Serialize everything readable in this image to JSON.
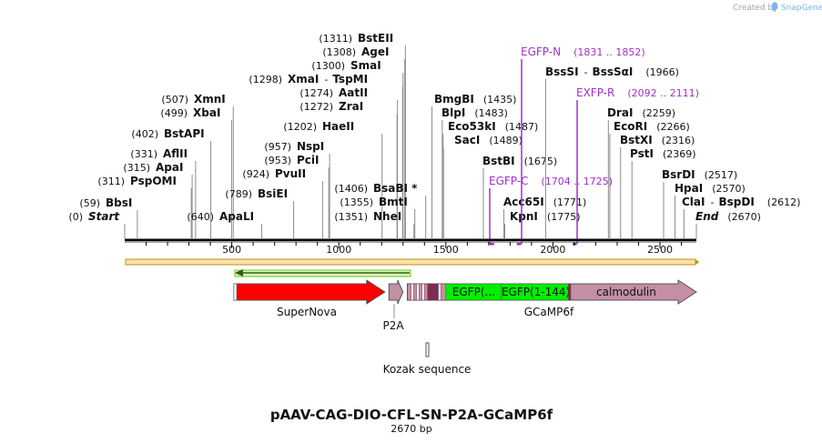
{
  "credit": "Created by SnapGene",
  "credit_prefix": "Created by",
  "credit_brand": "SnapGene",
  "title": "pAAV-CAG-DIO-CFL-SN-P2A-GCaMP6f",
  "subtitle": "2670 bp",
  "sequence_length": 2670,
  "scale_ticks": [
    500,
    1000,
    1500,
    2000,
    2500
  ],
  "sites": [
    {
      "pos": "(0)",
      "name": "Start",
      "bp": 0,
      "kind": "end"
    },
    {
      "pos": "(59)",
      "name": "BbsI",
      "bp": 59
    },
    {
      "pos": "(311)",
      "name": "PspOMI",
      "bp": 311
    },
    {
      "pos": "(315)",
      "name": "ApaI",
      "bp": 315
    },
    {
      "pos": "(331)",
      "name": "AflII",
      "bp": 331
    },
    {
      "pos": "(402)",
      "name": "BstAPI",
      "bp": 402
    },
    {
      "pos": "(499)",
      "name": "XbaI",
      "bp": 499
    },
    {
      "pos": "(507)",
      "name": "XmnI",
      "bp": 507
    },
    {
      "pos": "(640)",
      "name": "ApaLI",
      "bp": 640
    },
    {
      "pos": "(789)",
      "name": "BsiEI",
      "bp": 789
    },
    {
      "pos": "(924)",
      "name": "PvuII",
      "bp": 924
    },
    {
      "pos": "(953)",
      "name": "PciI",
      "bp": 953
    },
    {
      "pos": "(957)",
      "name": "NspI",
      "bp": 957
    },
    {
      "pos": "(1202)",
      "name": "HaeII",
      "bp": 1202
    },
    {
      "pos": "(1272)",
      "name": "ZraI",
      "bp": 1272
    },
    {
      "pos": "(1274)",
      "name": "AatII",
      "bp": 1274
    },
    {
      "pos": "(1298)",
      "name": "XmaI",
      "alias": "TspMI",
      "bp": 1298
    },
    {
      "pos": "(1300)",
      "name": "SmaI",
      "bp": 1300
    },
    {
      "pos": "(1308)",
      "name": "AgeI",
      "bp": 1308
    },
    {
      "pos": "(1311)",
      "name": "BstEII",
      "bp": 1311
    },
    {
      "pos": "(1351)",
      "name": "NheI",
      "bp": 1351
    },
    {
      "pos": "(1355)",
      "name": "BmtI",
      "bp": 1355
    },
    {
      "pos": "(1406)",
      "name": "BsaBI *",
      "bp": 1406
    },
    {
      "pos": "(1435)",
      "name": "BmgBI",
      "bp": 1435
    },
    {
      "pos": "(1483)",
      "name": "BlpI",
      "bp": 1483
    },
    {
      "pos": "(1487)",
      "name": "Eco53kI",
      "bp": 1487
    },
    {
      "pos": "(1489)",
      "name": "SacI",
      "bp": 1489
    },
    {
      "pos": "(1675)",
      "name": "BstBI",
      "bp": 1675
    },
    {
      "pos": "(1771)",
      "name": "Acc65I",
      "bp": 1771
    },
    {
      "pos": "(1775)",
      "name": "KpnI",
      "bp": 1775
    },
    {
      "pos": "(1966)",
      "name": "BssSI",
      "alias": "BssSαI",
      "bp": 1966
    },
    {
      "pos": "(2259)",
      "name": "DraI",
      "bp": 2259
    },
    {
      "pos": "(2266)",
      "name": "EcoRI",
      "bp": 2266
    },
    {
      "pos": "(2316)",
      "name": "BstXI",
      "bp": 2316
    },
    {
      "pos": "(2369)",
      "name": "PstI",
      "bp": 2369
    },
    {
      "pos": "(2517)",
      "name": "BsrDI",
      "bp": 2517
    },
    {
      "pos": "(2570)",
      "name": "HpaI",
      "bp": 2570
    },
    {
      "pos": "(2612)",
      "name": "ClaI",
      "alias": "BspDI",
      "bp": 2612
    },
    {
      "pos": "(2670)",
      "name": "End",
      "bp": 2670,
      "kind": "end"
    }
  ],
  "primers": [
    {
      "name": "EGFP-N",
      "range": "(1831 .. 1852)",
      "start": 1831,
      "end": 1852
    },
    {
      "name": "EXFP-R",
      "range": "(2092 .. 2111)",
      "start": 2092,
      "end": 2111
    },
    {
      "name": "EGFP-C",
      "range": "(1704 .. 1725)",
      "start": 1704,
      "end": 1725
    }
  ],
  "features": [
    {
      "name": "SuperNova",
      "start": 510,
      "end": 1215,
      "color": "#ff0000",
      "label": "SuperNova"
    },
    {
      "name": "P2A",
      "start": 1234,
      "end": 1300,
      "color": "#c38fa5",
      "label": "P2A"
    },
    {
      "name": "GCaMP6f",
      "start": 1320,
      "end": 2670,
      "color": "#c38fa5",
      "label": "GCaMP6f",
      "segments": [
        {
          "label": "EGFP(...",
          "start": 1500,
          "end": 1760,
          "color": "#00ee00"
        },
        {
          "label": "EGFP(1-144)",
          "start": 1760,
          "end": 2080,
          "color": "#00ee00"
        },
        {
          "label": "calmodulin",
          "start": 2100,
          "end": 2560,
          "color": "#c38fa5"
        }
      ]
    },
    {
      "name": "Kozak sequence",
      "start": 1421,
      "end": 1431,
      "label": "Kozak sequence"
    }
  ],
  "colors": {
    "insert_bar": "#f7e1a8",
    "insert_border": "#c58a1d",
    "green_arrow": "#6ad000",
    "primer": "#a030c8"
  }
}
